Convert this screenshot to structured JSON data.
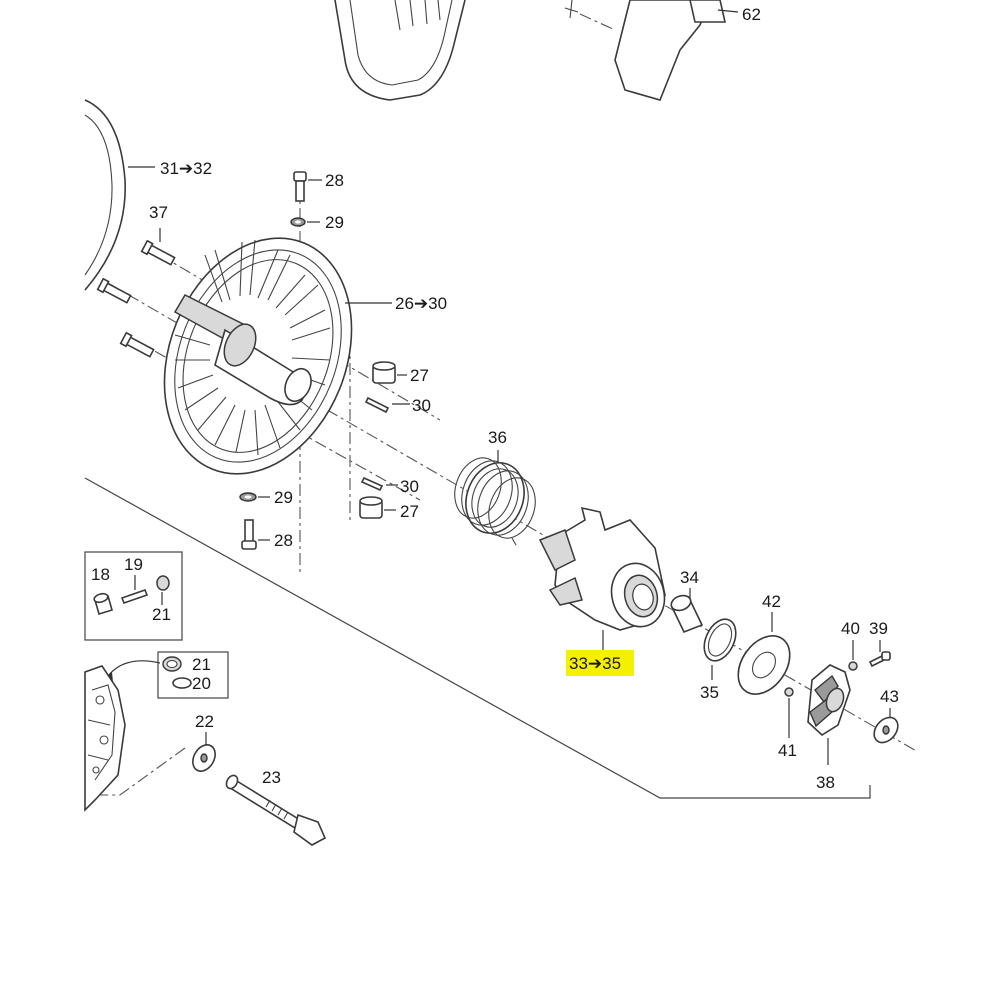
{
  "callouts": {
    "c62": "62",
    "c31_32": "31➔32",
    "c37": "37",
    "c28_top": "28",
    "c29_top": "29",
    "c26_30": "26➔30",
    "c27_top": "27",
    "c30_top": "30",
    "c36": "36",
    "c30_bot": "30",
    "c29_bot": "29",
    "c27_bot": "27",
    "c28_bot": "28",
    "c18": "18",
    "c19": "19",
    "c21_box": "21",
    "c34": "34",
    "c42": "42",
    "c40": "40",
    "c39": "39",
    "c33_35": "33➔35",
    "c21": "21",
    "c20": "20",
    "c35": "35",
    "c43": "43",
    "c22": "22",
    "c41": "41",
    "c23": "23",
    "c38": "38"
  },
  "highlight": {
    "color": "#f5f000",
    "callout": "33➔35"
  }
}
